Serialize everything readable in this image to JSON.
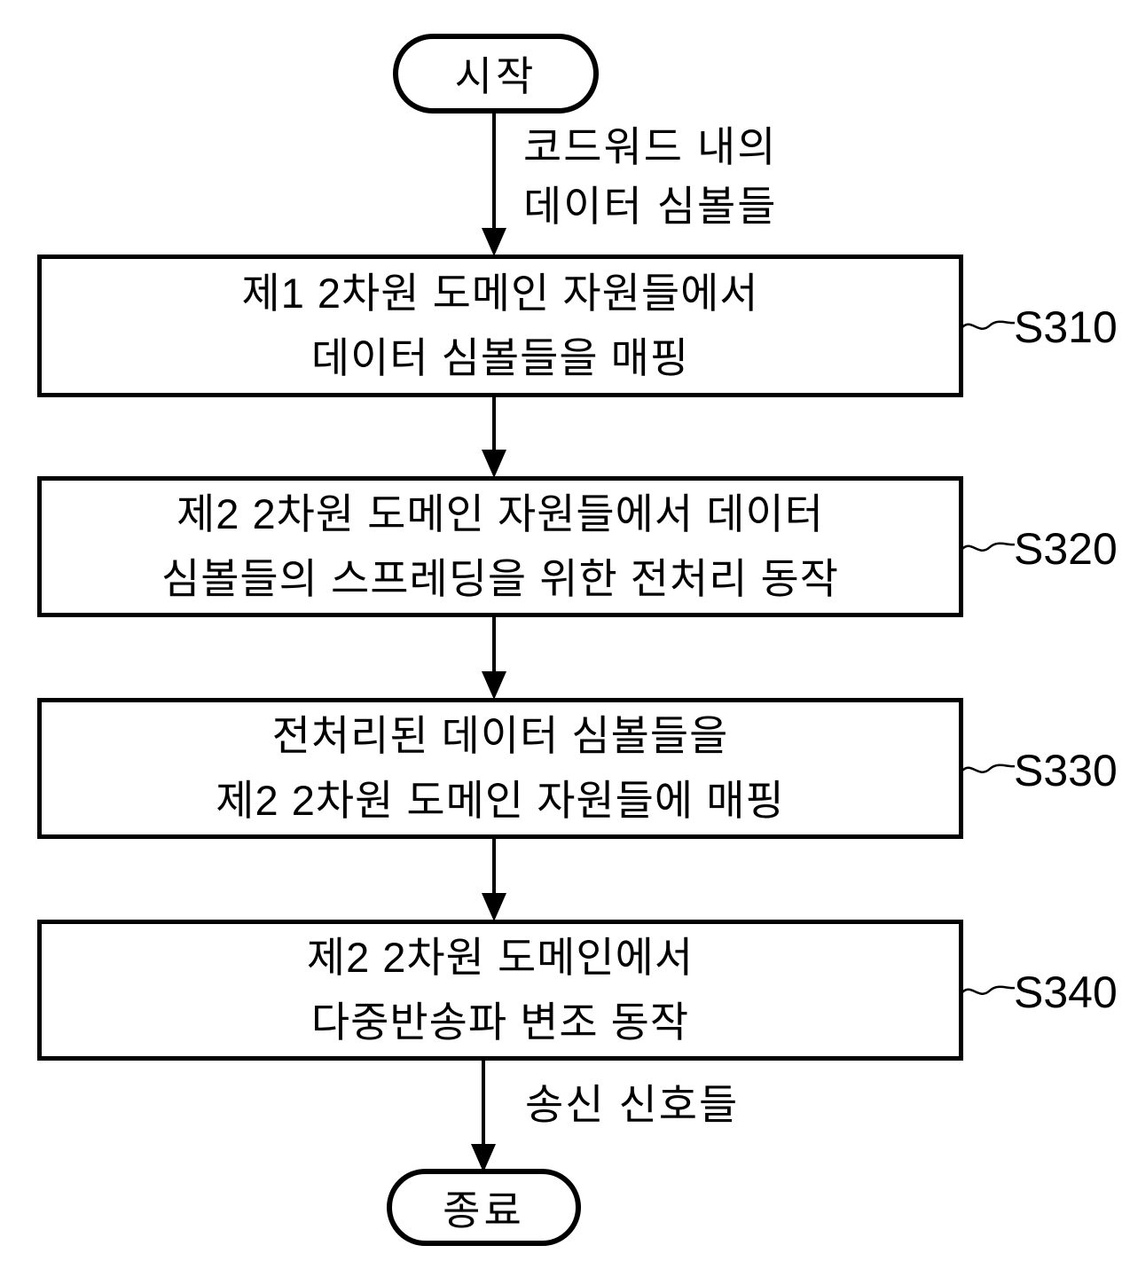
{
  "figure": {
    "type": "flowchart",
    "background_color": "#ffffff",
    "stroke_color": "#000000",
    "start_label": "시작",
    "end_label": "종료",
    "input_annotation": {
      "line1": "코드워드 내의",
      "line2": "데이터 심볼들"
    },
    "output_annotation": "송신 신호들",
    "steps": [
      {
        "id": "S310",
        "lines": [
          "제1 2차원 도메인 자원들에서",
          "데이터 심볼들을 매핑"
        ]
      },
      {
        "id": "S320",
        "lines": [
          "제2 2차원 도메인 자원들에서 데이터",
          "심볼들의 스프레딩을 위한 전처리 동작"
        ]
      },
      {
        "id": "S330",
        "lines": [
          "전처리된 데이터 심볼들을",
          "제2 2차원 도메인 자원들에 매핑"
        ]
      },
      {
        "id": "S340",
        "lines": [
          "제2 2차원 도메인에서",
          "다중반송파 변조 동작"
        ]
      }
    ]
  }
}
